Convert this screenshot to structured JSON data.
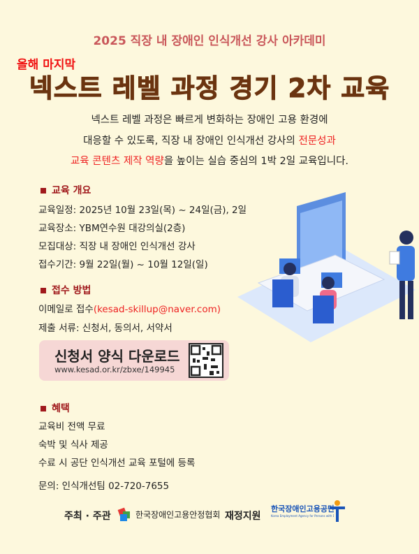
{
  "header": {
    "subtitle": "2025 직장 내 장애인 인식개선 강사 아카데미",
    "tag": "올해 마지막",
    "title": "넥스트 레벨 과정 경기 2차 교육"
  },
  "intro": {
    "line1": "넥스트 레벨 과정은 빠르게 변화하는 장애인 고용 환경에",
    "line2a": "대응할 수 있도록, 직장 내 장애인 인식개선 강사의 ",
    "line2b": "전문성과",
    "line3a": "교육 콘텐츠 제작 역량",
    "line3b": "을 높이는 실습 중심의 1박 2일 교육입니다."
  },
  "overview": {
    "heading": "교육 개요",
    "items": [
      "교육일정: 2025년 10월 23일(목) ~ 24일(금), 2일",
      "교육장소: YBM연수원 대강의실(2층)",
      "모집대상: 직장 내 장애인 인식개선 강사",
      "접수기간: 9월 22일(월) ~ 10월 12일(일)"
    ]
  },
  "apply": {
    "heading": "접수 방법",
    "email_prefix": "이메일로 접수",
    "email": "(kesad-skillup@naver.com)",
    "docs": "제출 서류: 신청서, 동의서, 서약서"
  },
  "download": {
    "label": "신청서 양식 다운로드",
    "url": "www.kesad.or.kr/zbxe/149945"
  },
  "benefits": {
    "heading": "혜택",
    "items": [
      "교육비 전액 무료",
      "숙박 및 식사 제공",
      "수료 시 공단 인식개선 교육 포털에 등록"
    ]
  },
  "contact": "문의: 인식개선팀 02-720-7655",
  "footer": {
    "host_label": "주최 · 주관",
    "host_org": "한국장애인고용안정협회",
    "fund_label": "재정지원",
    "fund_org": "한국장애인고용공단",
    "fund_org_en": "Korea Employment Agency for Persons with Disabilities"
  },
  "colors": {
    "background": "#fdf8dd",
    "title": "#6b3410",
    "subtitle": "#c9575a",
    "accent": "#ee2222",
    "section": "#a0191c"
  }
}
